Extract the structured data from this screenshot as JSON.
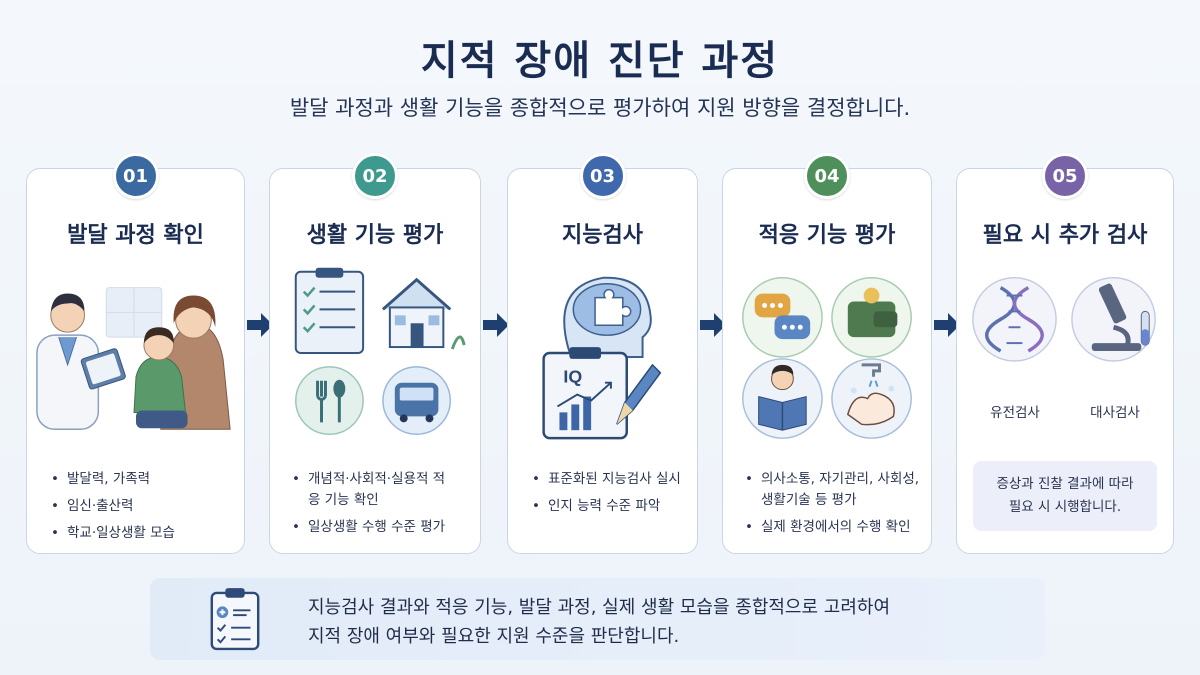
{
  "header": {
    "title": "지적 장애 진단 과정",
    "subtitle": "발달 과정과 생활 기능을 종합적으로 평가하여 지원 방향을 결정합니다."
  },
  "colors": {
    "step1": "#3b6aa0",
    "step2": "#3e9a8f",
    "step3": "#3f68ad",
    "step4": "#4f8f5b",
    "step5": "#7862a8",
    "arrow": "#1f3f70"
  },
  "steps": [
    {
      "number": "01",
      "title": "발달 과정 확인",
      "icons": [
        "doctor-icon",
        "child-icon",
        "mother-icon"
      ],
      "bullets": [
        "발달력, 가족력",
        "임신·출산력",
        "학교·일상생활 모습"
      ]
    },
    {
      "number": "02",
      "title": "생활 기능 평가",
      "icons": [
        "checklist-icon",
        "house-icon",
        "utensils-icon",
        "bus-icon"
      ],
      "bullets": [
        "개념적·사회적·실용적 적응 기능 확인",
        "일상생활 수행 수준 평가"
      ]
    },
    {
      "number": "03",
      "title": "지능검사",
      "icons": [
        "brain-puzzle-icon",
        "iq-clipboard-icon",
        "pencil-icon"
      ],
      "iq_label": "IQ",
      "bullets": [
        "표준화된 지능검사 실시",
        "인지 능력 수준 파악"
      ]
    },
    {
      "number": "04",
      "title": "적응 기능 평가",
      "icons": [
        "speech-bubbles-icon",
        "wallet-icon",
        "reading-child-icon",
        "handwashing-icon"
      ],
      "bullets": [
        "의사소통, 자기관리, 사회성, 생활기술 등 평가",
        "실제 환경에서의 수행 확인"
      ]
    },
    {
      "number": "05",
      "title": "필요 시 추가 검사",
      "tests": [
        {
          "label": "유전검사",
          "icon": "dna-icon"
        },
        {
          "label": "대사검사",
          "icon": "microscope-icon"
        }
      ],
      "note": "증상과 진찰 결과에 따라 필요 시 시행합니다."
    }
  ],
  "summary": {
    "icon": "medical-clipboard-icon",
    "line1": "지능검사 결과와 적응 기능, 발달 과정, 실제 생활 모습을 종합적으로 고려하여",
    "line2": "지적 장애 여부와 필요한 지원 수준을 판단합니다."
  }
}
